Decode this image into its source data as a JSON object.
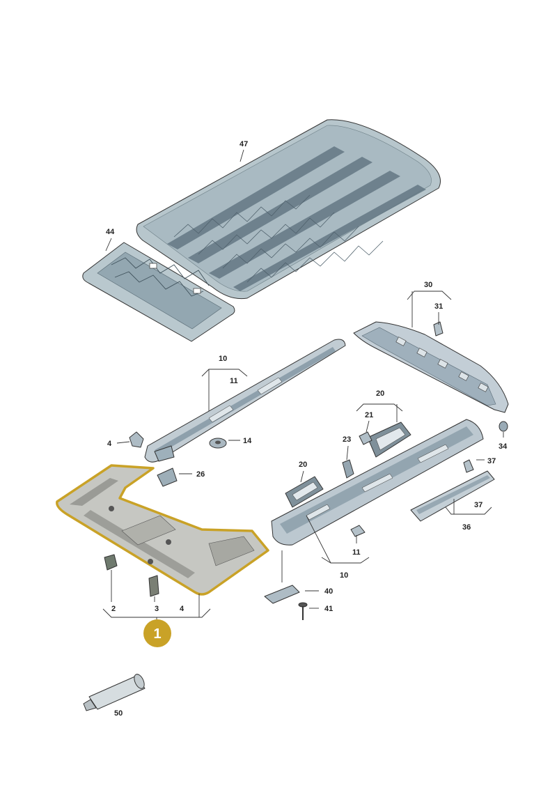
{
  "diagram": {
    "highlighted_part": "1",
    "highlight_color": "#c9a227",
    "labels": {
      "roof_insulation_large": "47",
      "roof_insulation_small": "44",
      "rear_crossmember_group": "30",
      "clip_31": "31",
      "left_rail_group": "10",
      "left_rail_sub": "11",
      "clip_4": "4",
      "grommet_14": "14",
      "cover_26": "26",
      "frame_group_20a": "20",
      "clip_21": "21",
      "bracket_23": "23",
      "frame_20b": "20",
      "rail_clip_11": "11",
      "right_rail_group": "10",
      "end_cap_34": "34",
      "clip_37a": "37",
      "trim_37b": "37",
      "trim_group_36": "36",
      "bracket_40": "40",
      "screw_41": "41",
      "headliner_clip_2": "2",
      "headliner_clip_3": "3",
      "headliner_4": "4",
      "headliner_main": "1",
      "adhesive_tube": "50"
    }
  }
}
